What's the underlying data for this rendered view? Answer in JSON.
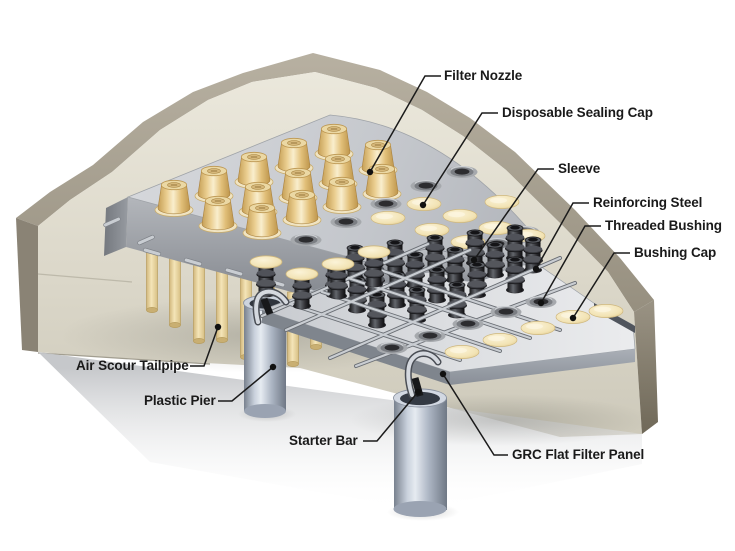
{
  "diagram": {
    "kind": "technical-cutaway-illustration",
    "labels": [
      {
        "id": "filter-nozzle",
        "text": "Filter Nozzle"
      },
      {
        "id": "disposable-sealing-cap",
        "text": "Disposable Sealing Cap"
      },
      {
        "id": "sleeve",
        "text": "Sleeve"
      },
      {
        "id": "reinforcing-steel",
        "text": "Reinforcing Steel"
      },
      {
        "id": "threaded-bushing",
        "text": "Threaded Bushing"
      },
      {
        "id": "bushing-cap",
        "text": "Bushing Cap"
      },
      {
        "id": "air-scour-tailpipe",
        "text": "Air Scour Tailpipe"
      },
      {
        "id": "plastic-pier",
        "text": "Plastic Pier"
      },
      {
        "id": "starter-bar",
        "text": "Starter Bar"
      },
      {
        "id": "grc-flat-filter-panel",
        "text": "GRC Flat Filter Panel"
      }
    ],
    "colors": {
      "background": "#ffffff",
      "wall_face": "#DCD8CA",
      "wall_cut_edge": "#A59E8D",
      "panel_gray": "#C9CCD1",
      "nozzle_gold": "#E4C07A",
      "cap_cream": "#F4E6BE",
      "sleeve_dark": "#27272A",
      "reinforcing_steel": "#C6CACF",
      "pier_blue_gray": "#AEB8C8",
      "tailpipe_cream": "#EFDFAE",
      "leader_line": "#1B1B1B",
      "label_text": "#1A1A1A"
    }
  }
}
